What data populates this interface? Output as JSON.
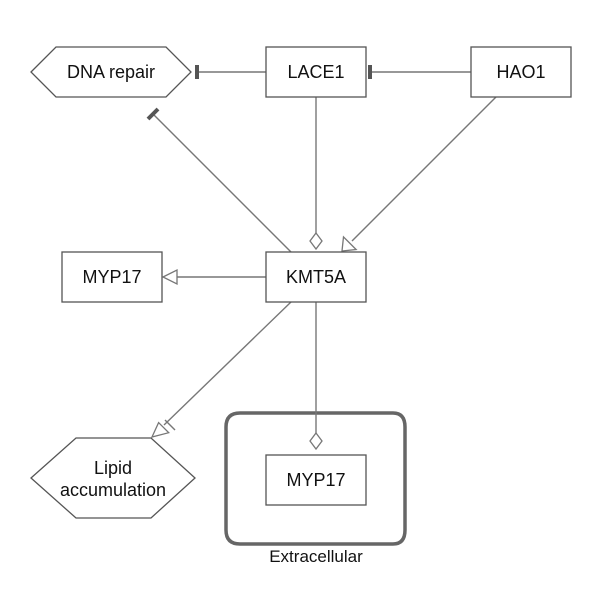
{
  "nodes": {
    "dna_repair": "DNA repair",
    "lace1": "LACE1",
    "hao1": "HAO1",
    "myp17_left": "MYP17",
    "kmt5a": "KMT5A",
    "lipid_line1": "Lipid",
    "lipid_line2": "accumulation",
    "myp17_extracellular": "MYP17"
  },
  "compartments": {
    "extracellular": "Extracellular"
  },
  "colors": {
    "node_border": "#555555",
    "edge": "#777777",
    "compartment_border": "#666666",
    "inhibition_bar": "#555555"
  }
}
